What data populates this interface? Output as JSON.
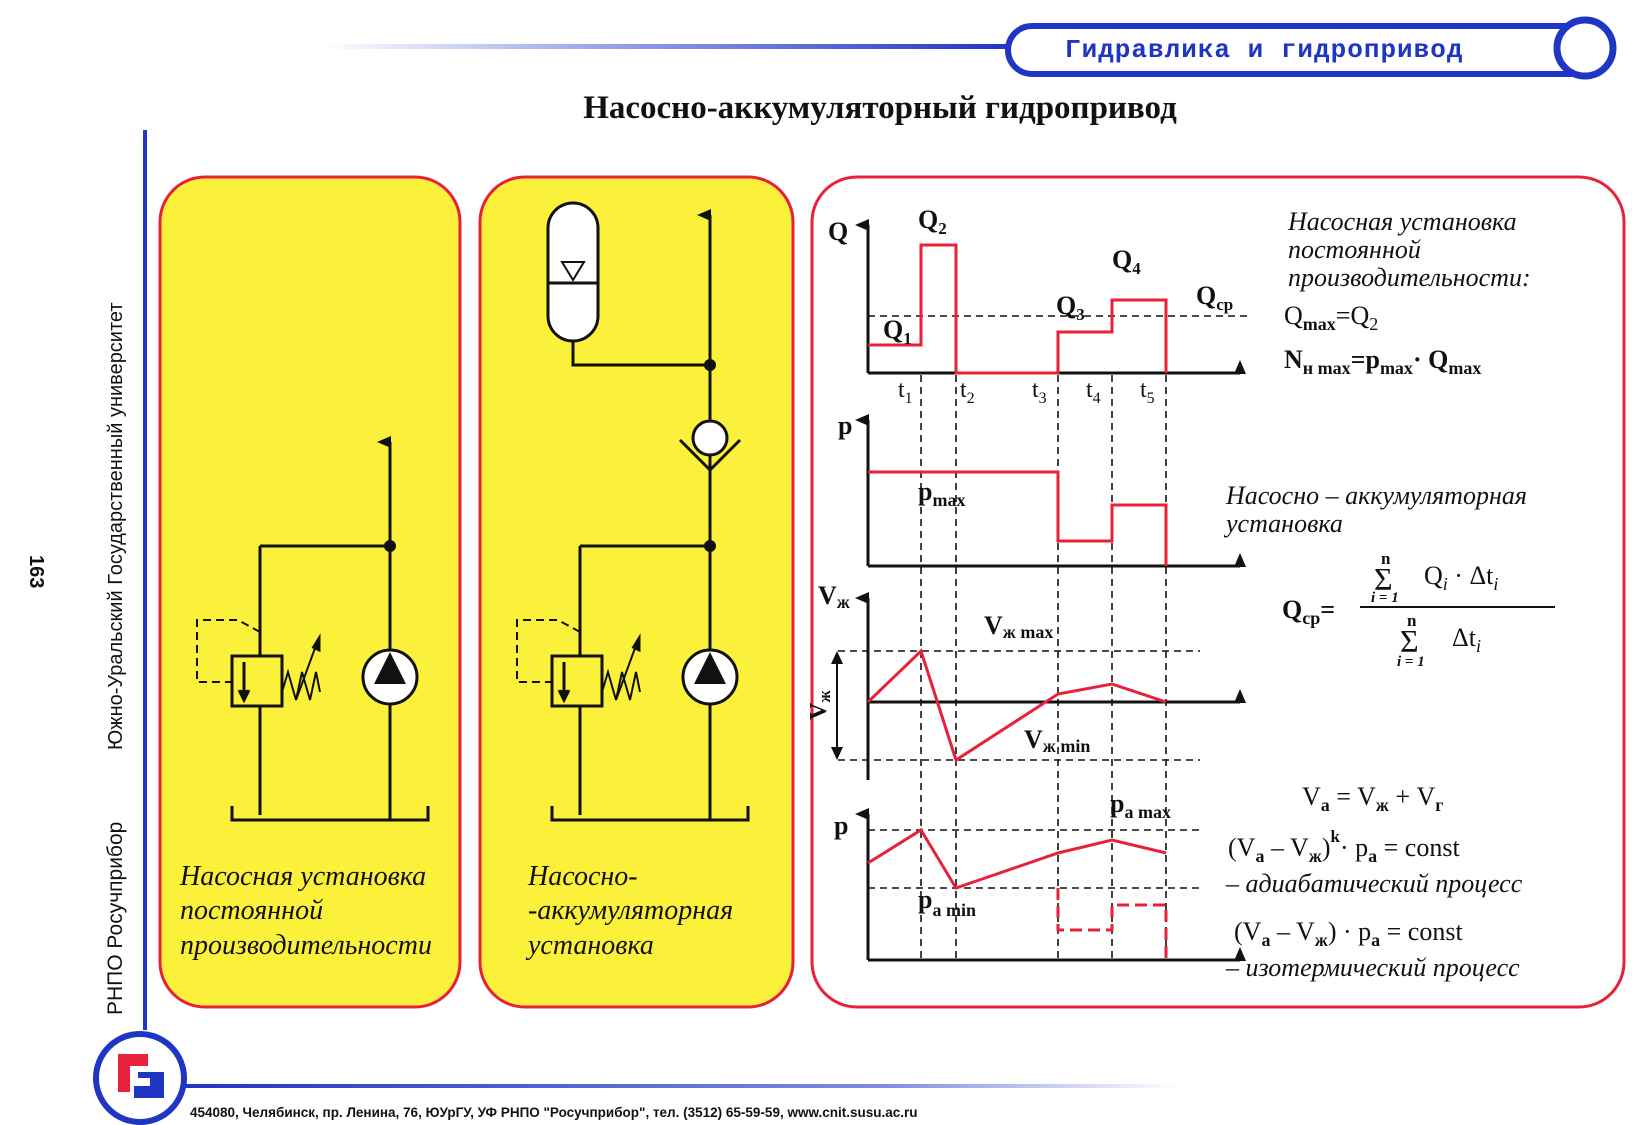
{
  "header": {
    "banner": "Гидравлика и гидропривод",
    "title": "Насосно-аккумуляторный гидропривод"
  },
  "side": {
    "page_number": "163",
    "university": "Южно-Уральский Государственный университет",
    "org": "РНПО Росучприбор"
  },
  "footer": {
    "address": "454080, Челябинск, пр. Ленина, 76, ЮУрГУ, УФ РНПО \"Росучприбор\", тел. (3512) 65-59-59, www.cnit.susu.ac.ru"
  },
  "panel1": {
    "caption": [
      "Насосная установка",
      "постоянной",
      "производительности"
    ]
  },
  "panel2": {
    "caption": [
      "Насосно-",
      "-аккумуляторная",
      "установка"
    ]
  },
  "graphs": {
    "q": {
      "axis": "Q",
      "labels": [
        "Q",
        "2",
        "Q",
        "1",
        "Q",
        "3",
        "Q",
        "4",
        "Q",
        "ср"
      ],
      "times": [
        "t",
        "1",
        "t",
        "2",
        "t",
        "3",
        "t",
        "4",
        "t",
        "5"
      ]
    },
    "p": {
      "axis": "p",
      "pmax": [
        "p",
        "max"
      ]
    },
    "v": {
      "axis": [
        "V",
        "ж"
      ],
      "side": [
        "V",
        "ж"
      ],
      "vmax": [
        "V",
        "ж max"
      ],
      "vmin": [
        "V",
        "ж min"
      ]
    },
    "pa": {
      "axis": "p",
      "pamax": [
        "p",
        "a max"
      ],
      "pamin": [
        "p",
        "a min"
      ]
    }
  },
  "formulas": {
    "const_title": [
      "Насосная установка",
      "постоянной",
      "производительности:"
    ],
    "qmax": [
      "Q",
      "max",
      "=Q",
      "2"
    ],
    "nmax": [
      "N",
      "н max",
      "=p",
      "max",
      "· Q",
      "max"
    ],
    "acc_title": [
      "Насосно – аккумуляторная",
      "установка"
    ],
    "qcp": {
      "lhs": [
        "Q",
        "ср",
        "="
      ],
      "sum": "Σ",
      "n": "n",
      "i1": "i = 1",
      "num": [
        "Q",
        "i",
        " · Δt",
        "i"
      ],
      "den": [
        "Δt",
        "i"
      ]
    },
    "va": [
      "V",
      "a",
      " = V",
      "ж",
      " + V",
      "г"
    ],
    "adiab": [
      "(V",
      "a",
      " – V",
      "ж",
      ")",
      "k",
      "· p",
      "a",
      " = const"
    ],
    "adiab_label": "– адиабатический процесс",
    "iso": [
      "(V",
      "a",
      " – V",
      "ж",
      ") · p",
      "a",
      " = const"
    ],
    "iso_label": "– изотермический процесс"
  },
  "colors": {
    "blue": "#1f35c4",
    "yellow": "#fbf13a",
    "red": "#e8213a",
    "ink": "#111111"
  }
}
